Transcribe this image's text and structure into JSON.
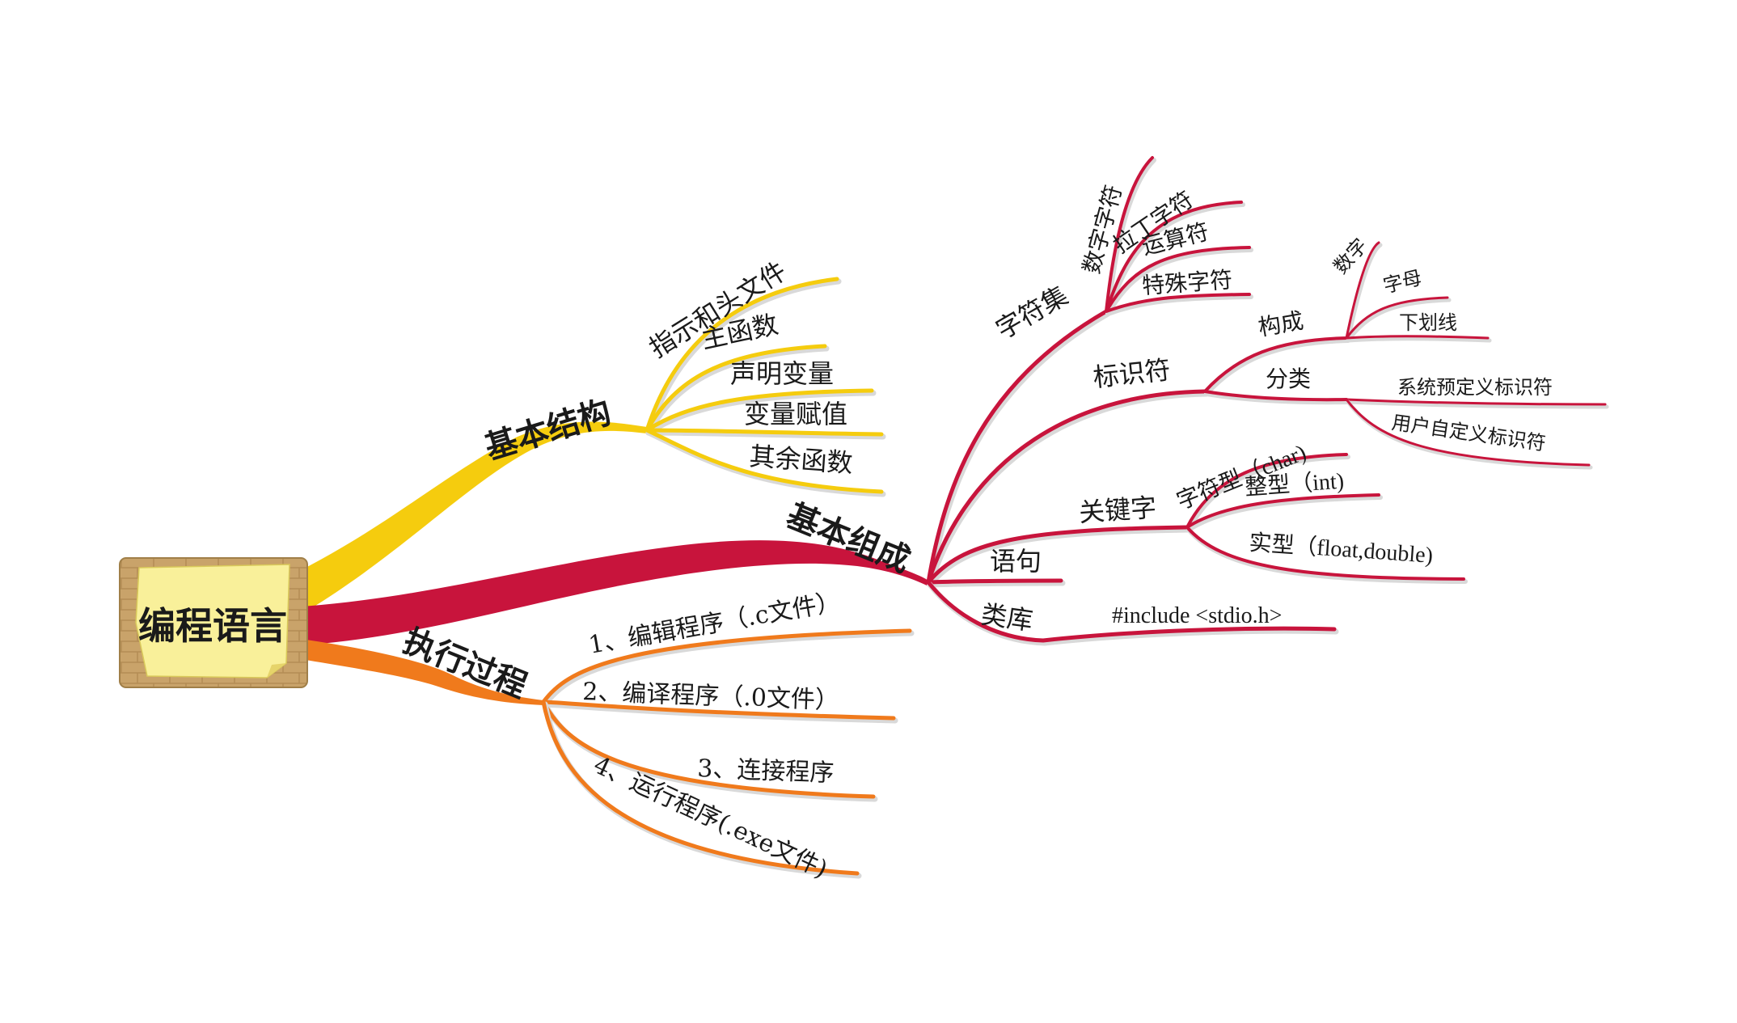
{
  "root": {
    "label": "编程语言"
  },
  "colors": {
    "yellow": "#f5cc0e",
    "crimson": "#c8143c",
    "orange": "#f07a1c",
    "root_frame": "#c8a166",
    "root_note": "#f9f09a"
  },
  "branches": {
    "structure": {
      "label": "基本结构",
      "children": [
        "指示和头文件",
        "主函数",
        "声明变量",
        "变量赋值",
        "其余函数"
      ]
    },
    "components": {
      "label": "基本组成",
      "charset": {
        "label": "字符集",
        "children": [
          "数字字符",
          "拉丁字符",
          "运算符",
          "特殊字符"
        ]
      },
      "identifier": {
        "label": "标识符",
        "composition": {
          "label": "构成",
          "children": [
            "数字",
            "字母",
            "下划线"
          ]
        },
        "category": {
          "label": "分类",
          "children": [
            "系统预定义标识符",
            "用户自定义标识符"
          ]
        }
      },
      "keyword": {
        "label": "关键字",
        "children": [
          "字符型（char)",
          "整型（int)",
          "实型（float,double)"
        ]
      },
      "statement": {
        "label": "语句"
      },
      "library": {
        "label": "类库",
        "children": [
          "#include <stdio.h>"
        ]
      }
    },
    "execution": {
      "label": "执行过程",
      "children": [
        "1、编辑程序（.c文件）",
        "2、编译程序（.0文件）",
        "3、连接程序",
        "4、运行程序(.exe文件)"
      ]
    }
  }
}
